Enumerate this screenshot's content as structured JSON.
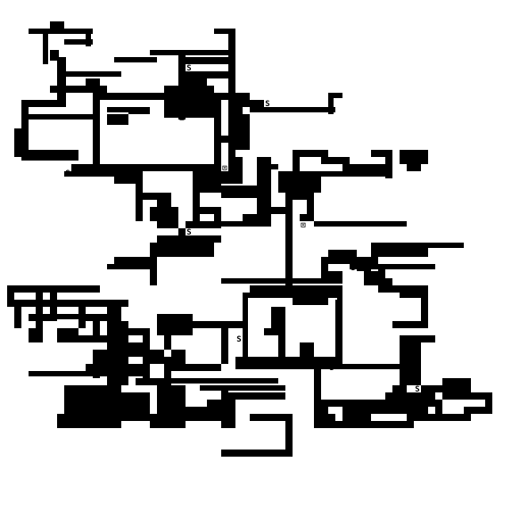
{
  "map": {
    "colors": {
      "background": "#ffffff",
      "wall": "#000000",
      "floor": "#ffffff"
    },
    "tile_markers": [
      {
        "glyph": "S",
        "kind": "stairs-marker"
      },
      {
        "glyph": "⊡",
        "kind": "door-marker"
      },
      {
        "glyph": "×",
        "kind": "trap-marker"
      }
    ]
  }
}
